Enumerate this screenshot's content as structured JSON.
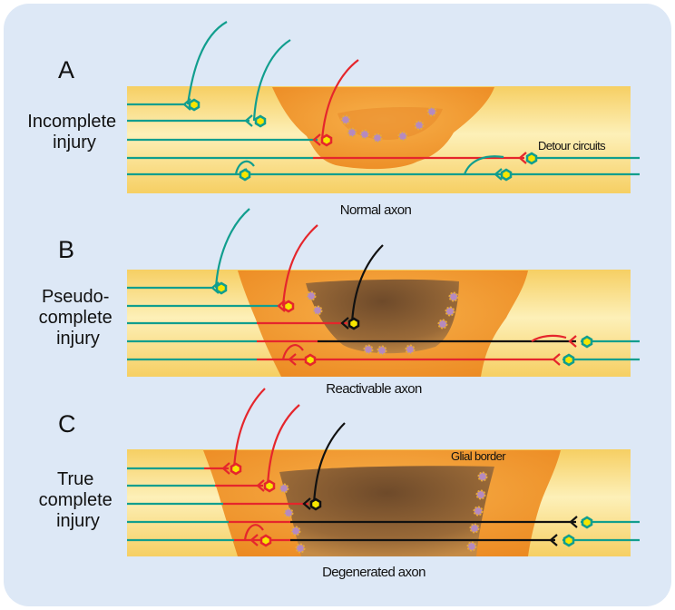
{
  "colors": {
    "background": "#dde8f6",
    "cord": "#fbe59a",
    "lesion_orange": "#f5a43a",
    "lesion_dark": "#8a5a2a",
    "teal_axon": "#119e8e",
    "red_axon": "#e5262c",
    "black_axon": "#111111",
    "yellow_marker": "#f7e600",
    "microglia": "#b58ac0"
  },
  "panels": [
    {
      "letter": "A",
      "side_label": [
        "Incomplete",
        "injury"
      ],
      "caption": "Normal axon",
      "annotation": "Detour circuits"
    },
    {
      "letter": "B",
      "side_label": [
        "Pseudo-",
        "complete",
        "injury"
      ],
      "caption": "Reactivable axon"
    },
    {
      "letter": "C",
      "side_label": [
        "True",
        "complete",
        "injury"
      ],
      "caption": "Degenerated axon",
      "annotation": "Glial border"
    }
  ]
}
